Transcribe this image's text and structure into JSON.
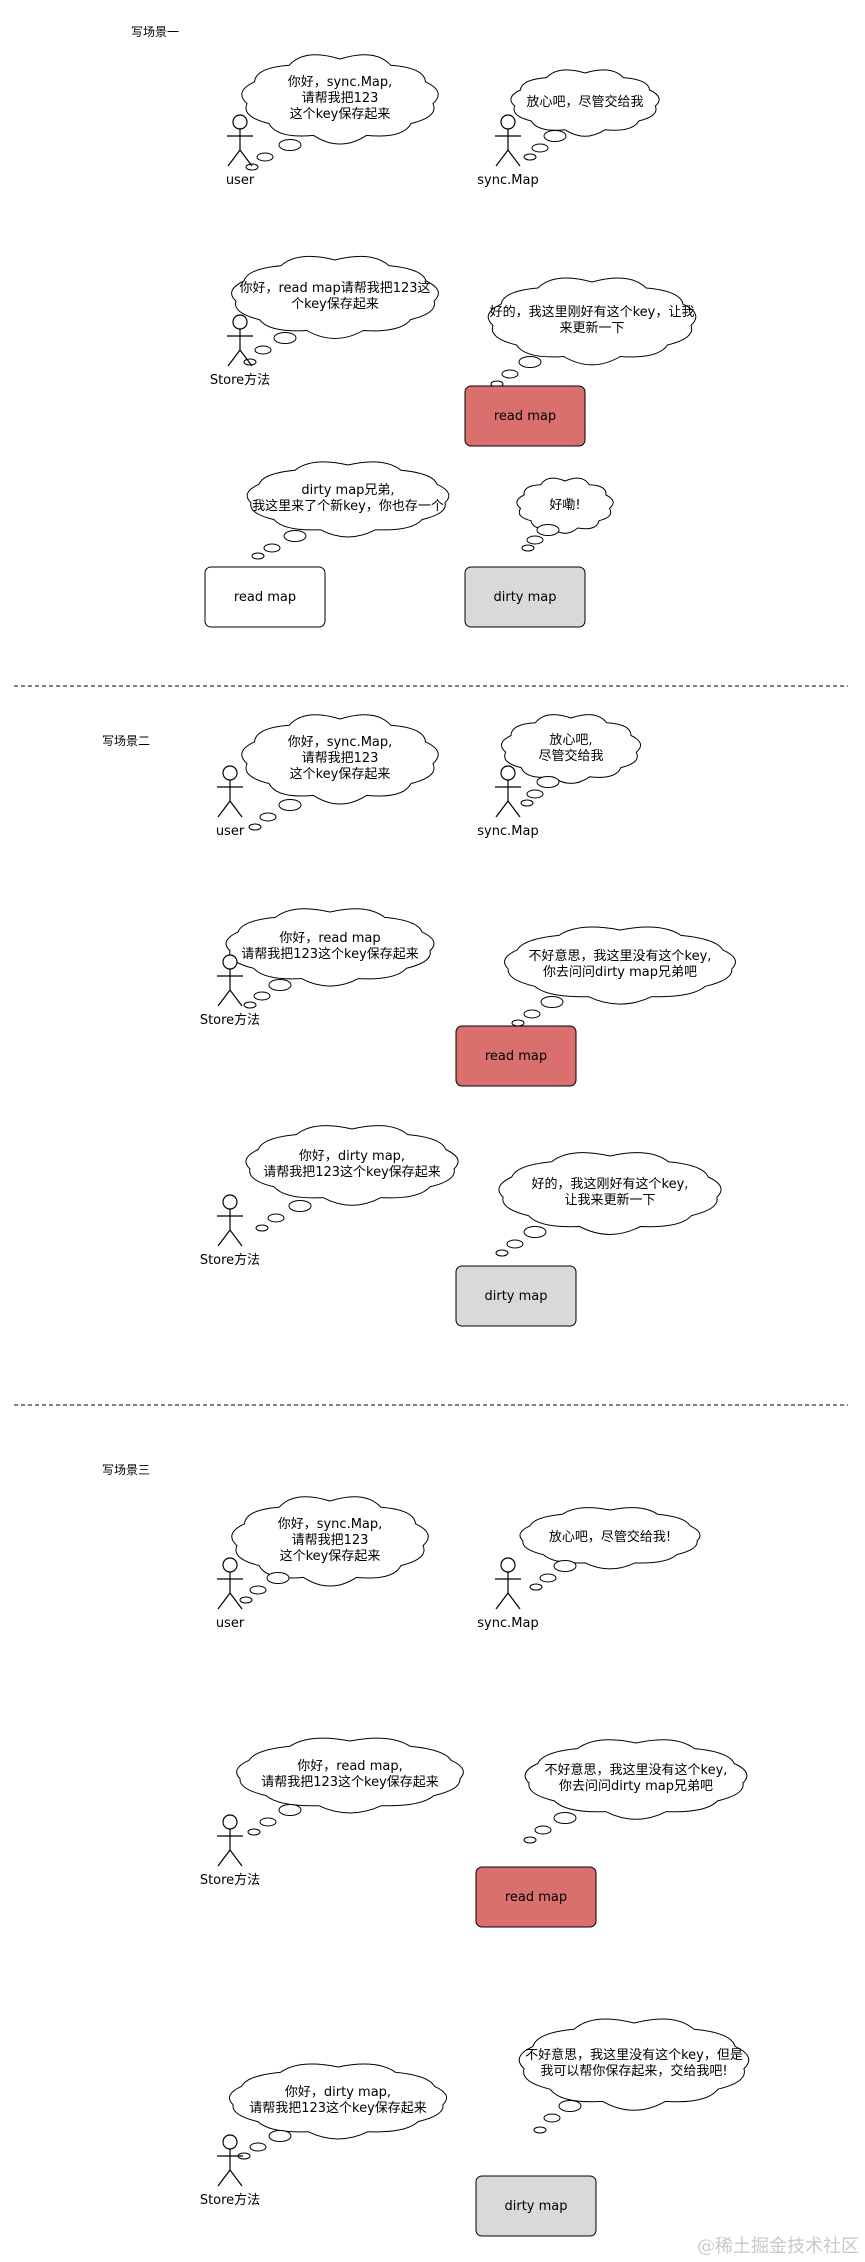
{
  "scenes": [
    {
      "title": "写场景一",
      "actors": [
        {
          "label": "user"
        },
        {
          "label": "sync.Map"
        },
        {
          "label": "Store方法"
        }
      ],
      "bubbles": [
        {
          "lines": [
            "你好，sync.Map,",
            "请帮我把123",
            "这个key保存起来"
          ]
        },
        {
          "lines": [
            "放心吧，尽管交给我"
          ]
        },
        {
          "lines": [
            "你好，read map请帮我把123这",
            "个key保存起来"
          ]
        },
        {
          "lines": [
            "好的，我这里刚好有这个key，让我",
            "来更新一下"
          ]
        },
        {
          "lines": [
            "dirty map兄弟,",
            "我这里来了个新key，你也存一个"
          ]
        },
        {
          "lines": [
            "好嘞!"
          ]
        }
      ],
      "boxes": [
        {
          "label": "read map",
          "fill": "#d9706e"
        },
        {
          "label": "read map",
          "fill": "#ffffff"
        },
        {
          "label": "dirty map",
          "fill": "#d9d9d9"
        }
      ]
    },
    {
      "title": "写场景二",
      "actors": [
        {
          "label": "user"
        },
        {
          "label": "sync.Map"
        },
        {
          "label": "Store方法"
        },
        {
          "label": "Store方法"
        }
      ],
      "bubbles": [
        {
          "lines": [
            "你好，sync.Map,",
            "请帮我把123",
            "这个key保存起来"
          ]
        },
        {
          "lines": [
            "放心吧,",
            "尽管交给我"
          ]
        },
        {
          "lines": [
            "你好，read map",
            "请帮我把123这个key保存起来"
          ]
        },
        {
          "lines": [
            "不好意思，我这里没有这个key,",
            "你去问问dirty map兄弟吧"
          ]
        },
        {
          "lines": [
            "你好，dirty map,",
            "请帮我把123这个key保存起来"
          ]
        },
        {
          "lines": [
            "好的，我这刚好有这个key,",
            "让我来更新一下"
          ]
        }
      ],
      "boxes": [
        {
          "label": "read map",
          "fill": "#d9706e"
        },
        {
          "label": "dirty map",
          "fill": "#d9d9d9"
        }
      ]
    },
    {
      "title": "写场景三",
      "actors": [
        {
          "label": "user"
        },
        {
          "label": "sync.Map"
        },
        {
          "label": "Store方法"
        },
        {
          "label": "Store方法"
        }
      ],
      "bubbles": [
        {
          "lines": [
            "你好，sync.Map,",
            "请帮我把123",
            "这个key保存起来"
          ]
        },
        {
          "lines": [
            "放心吧，尽管交给我!"
          ]
        },
        {
          "lines": [
            "你好，read map,",
            "请帮我把123这个key保存起来"
          ]
        },
        {
          "lines": [
            "不好意思，我这里没有这个key,",
            "你去问问dirty map兄弟吧"
          ]
        },
        {
          "lines": [
            "不好意思，我这里没有这个key，但是",
            "我可以帮你保存起来，交给我吧!"
          ]
        },
        {
          "lines": [
            "你好，dirty map,",
            "请帮我把123这个key保存起来"
          ]
        }
      ],
      "boxes": [
        {
          "label": "read map",
          "fill": "#d9706e"
        },
        {
          "label": "dirty map",
          "fill": "#d9d9d9"
        }
      ]
    }
  ],
  "watermark": "@稀土掘金技术社区"
}
